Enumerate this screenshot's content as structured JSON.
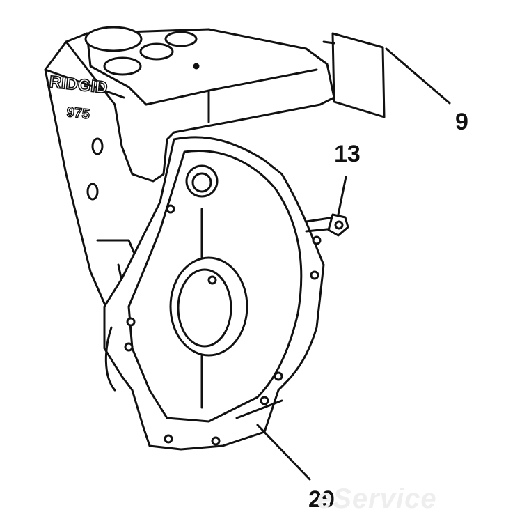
{
  "diagram": {
    "brand_text": "RIDGID",
    "model_text": "975",
    "callouts": [
      {
        "id": "9",
        "label": "9"
      },
      {
        "id": "13",
        "label": "13"
      },
      {
        "id": "29",
        "label": "29"
      }
    ],
    "watermark": "eService"
  }
}
